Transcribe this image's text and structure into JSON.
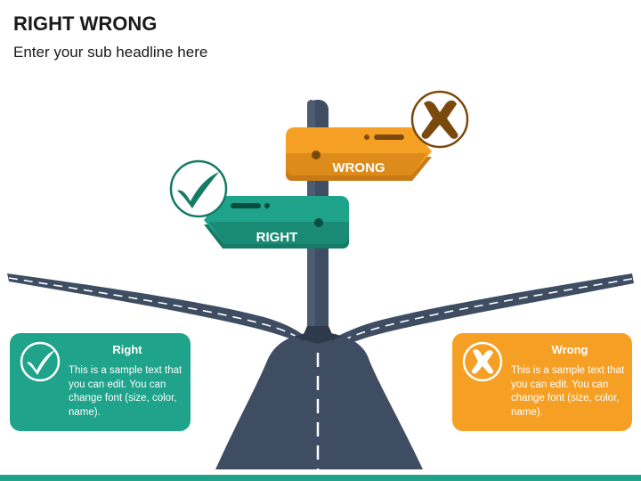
{
  "header": {
    "title": "RIGHT WRONG",
    "subtitle": "Enter your sub headline here"
  },
  "signs": {
    "right_label": "RIGHT",
    "wrong_label": "WRONG"
  },
  "cards": {
    "right": {
      "title": "Right",
      "body": "This is a sample text that you can edit. You can change font (size, color, name)."
    },
    "wrong": {
      "title": "Wrong",
      "body": "This is a sample text that you can edit. You can change font (size, color, name)."
    }
  },
  "icons": {
    "right": "check-icon",
    "wrong": "cross-icon",
    "road": "forked-road-illustration"
  },
  "colors": {
    "right": "#1fa38a",
    "right_dark": "#157a66",
    "wrong": "#f5a024",
    "wrong_dark": "#c97a14",
    "road": "#3f4d63",
    "road_dark": "#2e3a4c",
    "footer": "#1fa38a"
  }
}
